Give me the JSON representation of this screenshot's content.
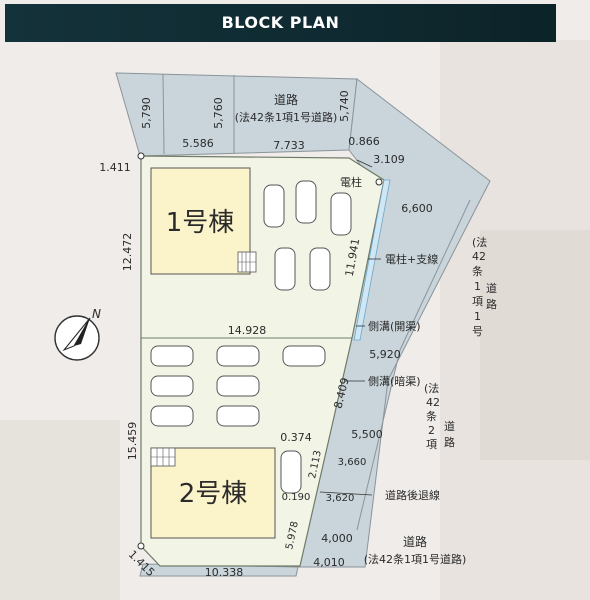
{
  "header": {
    "title": "BLOCK PLAN"
  },
  "buildings": {
    "b1": "1号棟",
    "b2": "2号棟"
  },
  "roads": {
    "north_name": "道路",
    "north_note": "(法42条1項1号道路)",
    "east_right": [
      "(法",
      "42",
      "条",
      "1",
      "項",
      "1",
      "号",
      "道",
      "路"
    ],
    "east_mid": [
      "(法",
      "42",
      "条",
      "2",
      "項",
      "道",
      "路"
    ],
    "south_name": "道路",
    "south_note": "(法42条1項1号道路)"
  },
  "labels": {
    "pole": "電柱",
    "pole_stay": "電柱+支線",
    "open_ditch": "側溝(開渠)",
    "covered_ditch": "側溝(暗渠)",
    "setback": "道路後退線"
  },
  "dims": {
    "d5790": "5,790",
    "d5760": "5,760",
    "d5740": "5,740",
    "d5586": "5.586",
    "d7733": "7.733",
    "d0866": "0.866",
    "d3109": "3.109",
    "d1411": "1.411",
    "d6600": "6,600",
    "d12472": "12.472",
    "d11941": "11.941",
    "d14928": "14.928",
    "d5920": "5,920",
    "d8409": "8.409",
    "d5500": "5,500",
    "d0374": "0.374",
    "d3660": "3,660",
    "d2113": "2.113",
    "d15459": "15.459",
    "d0190": "0.190",
    "d3620": "3,620",
    "d4000": "4,000",
    "d5978": "5.978",
    "d4010": "4,010",
    "d1415": "1.415",
    "d10338": "10.338"
  },
  "compass": {
    "north": "N"
  },
  "colors": {
    "header_bg": "#14323a",
    "lot_fill": "#f2f5e6",
    "building_fill": "#fbf3c9",
    "road_fill": "#c9d5db",
    "ditch": "#cfe7f5"
  }
}
